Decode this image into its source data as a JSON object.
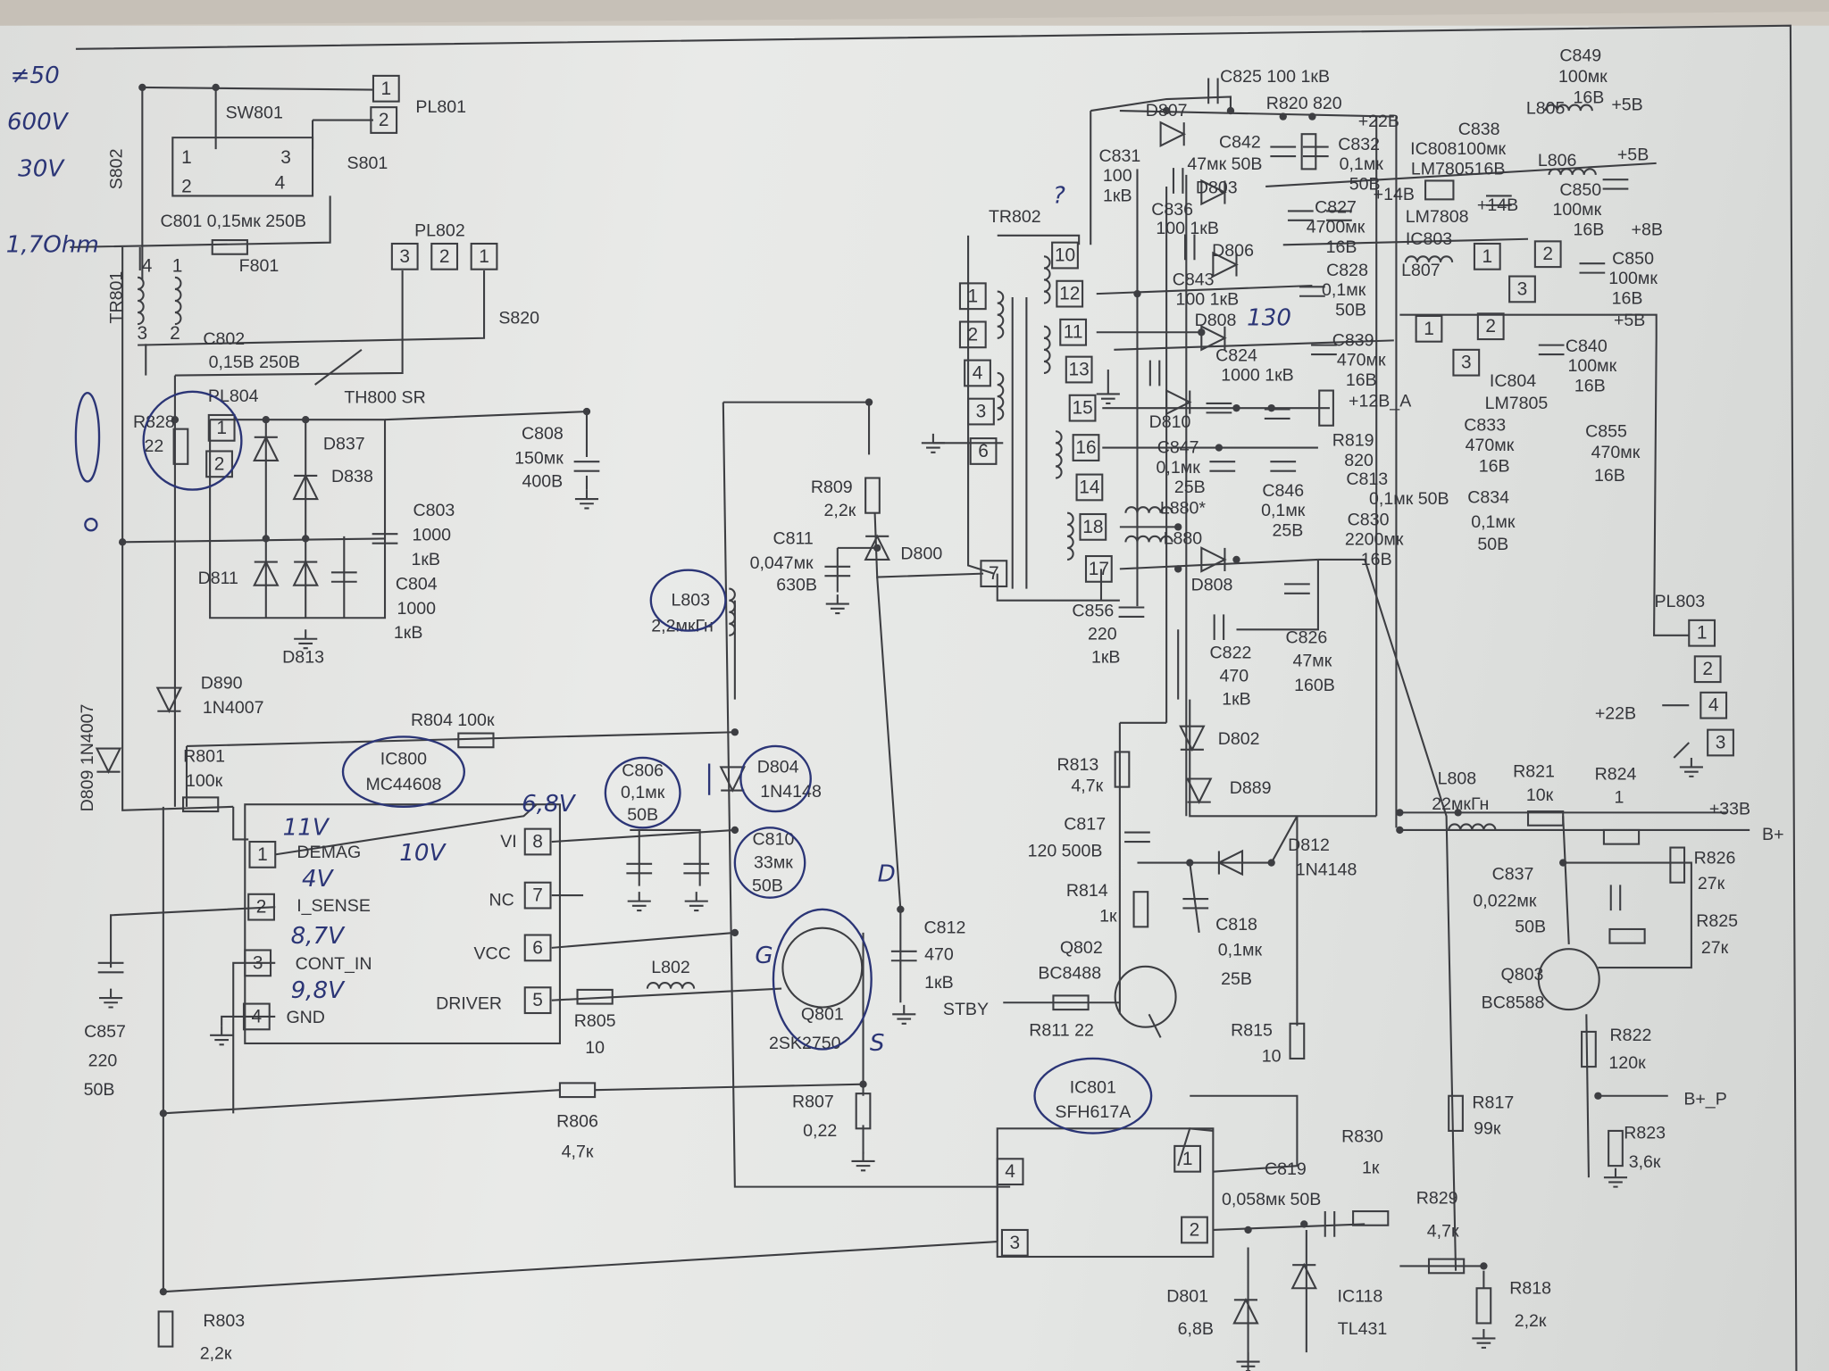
{
  "title": "Power supply schematic (photographed page)",
  "colors": {
    "ink": "#35363b",
    "pen": "#2b3576",
    "paper": "#e6e7e5"
  },
  "handwritten": {
    "n1": "≠50",
    "n2": "600V",
    "n3": "30V",
    "n4": "1,7Ohm",
    "q": "?",
    "demag_v": "11V",
    "vi_v": "10V",
    "isense_v": "4V",
    "cont_v": "8,7V",
    "gnd_v": "9,8V",
    "vi2_v": "6,8V",
    "d": "D",
    "g": "G",
    "s": "S",
    "d808_note": "130"
  },
  "labels": {
    "pl801": [
      "PL801"
    ],
    "sw801": [
      "SW801"
    ],
    "s802": [
      "S802"
    ],
    "s801": [
      "S801"
    ],
    "c801": [
      "C801 0,15мк 250В"
    ],
    "pl802": [
      "PL802"
    ],
    "f801": [
      "F801"
    ],
    "tr801": [
      "TR801"
    ],
    "s820": [
      "S820"
    ],
    "c802": [
      "C802",
      "0,15В 250В"
    ],
    "th800": [
      "TH800 SR"
    ],
    "pl804": [
      "PL804"
    ],
    "r828": [
      "R828",
      "22"
    ],
    "d837": [
      "D837"
    ],
    "d838": [
      "D838"
    ],
    "c808": [
      "C808",
      "150мк",
      "400В"
    ],
    "c803": [
      "C803",
      "1000",
      "1кВ"
    ],
    "c804": [
      "C804",
      "1000",
      "1кВ"
    ],
    "d811": [
      "D811"
    ],
    "d813": [
      "D813"
    ],
    "d890": [
      "D890",
      "1N4007"
    ],
    "d809": [
      "D809 1N4007"
    ],
    "r804": [
      "R804 100к"
    ],
    "r801": [
      "R801",
      "100к"
    ],
    "ic800": [
      "IC800",
      "MC44608"
    ],
    "c806": [
      "C806",
      "0,1мк",
      "50В"
    ],
    "d804": [
      "D804",
      "1N4148"
    ],
    "c810": [
      "C810",
      "33мк",
      "50В"
    ],
    "ic800_pins": {
      "demag": "DEMAG",
      "isense": "I_SENSE",
      "cont": "CONT_IN",
      "gnd": "GND",
      "vi": "VI",
      "nc": "NC",
      "vcc": "VCC",
      "driver": "DRIVER"
    },
    "l802": [
      "L802"
    ],
    "r805": [
      "R805",
      "10"
    ],
    "c857": [
      "C857",
      "220",
      "50В"
    ],
    "r806": [
      "R806",
      "4,7к"
    ],
    "c812": [
      "C812",
      "470",
      "1кВ"
    ],
    "stby": [
      "STBY"
    ],
    "q801": [
      "Q801",
      "2SK2750"
    ],
    "r807": [
      "R807",
      "0,22"
    ],
    "r803": [
      "R803",
      "2,2к"
    ],
    "c811": [
      "C811",
      "0,047мк",
      "630В"
    ],
    "r809": [
      "R809",
      "2,2к"
    ],
    "d800": [
      "D800"
    ],
    "l803": [
      "L803",
      "2,2мкГн"
    ],
    "tr802": [
      "TR802"
    ],
    "d807": [
      "D807"
    ],
    "c825": [
      "C825 100 1кВ"
    ],
    "r820": [
      "R820 820"
    ],
    "v22": [
      "+22В"
    ],
    "c831": [
      "C831",
      "100",
      "1кВ"
    ],
    "c842": [
      "C842",
      "47мк 50В"
    ],
    "c832": [
      "C832",
      "0,1мк",
      "50В"
    ],
    "d803": [
      "D803"
    ],
    "c838": [
      "C838",
      "IC808100мк",
      "LM780516В"
    ],
    "c849": [
      "C849",
      "100мк",
      "16В"
    ],
    "l805": [
      "L805"
    ],
    "v5a": [
      "+5В"
    ],
    "l806": [
      "L806"
    ],
    "v5b": [
      "+5В"
    ],
    "c850a": [
      "C850",
      "100мк",
      "16В"
    ],
    "v8": [
      "+8В"
    ],
    "c836": [
      "C836",
      "100 1кВ"
    ],
    "c827": [
      "C827",
      "4700мк",
      "16В"
    ],
    "v14a": [
      "+14В"
    ],
    "lm7808": [
      "LM7808"
    ],
    "v14b": [
      "+14В"
    ],
    "ic803": [
      "IC803"
    ],
    "d806": [
      "D806"
    ],
    "c850b": [
      "C850",
      "100мк",
      "16В"
    ],
    "c843": [
      "C843",
      "100 1кВ"
    ],
    "c828": [
      "C828",
      "0,1мк",
      "50В"
    ],
    "l807": [
      "L807"
    ],
    "d808a": [
      "D808"
    ],
    "v5c": [
      "+5В"
    ],
    "c824": [
      "C824",
      "1000 1кВ"
    ],
    "c839": [
      "C839",
      "470мк",
      "16В"
    ],
    "v12a": [
      "+12В_А"
    ],
    "c840": [
      "C840",
      "100мк",
      "16В"
    ],
    "ic804": [
      "IC804",
      "LM7805"
    ],
    "d810": [
      "D810"
    ],
    "c847": [
      "C847",
      "0,1мк",
      "25В"
    ],
    "r819": [
      "R819",
      "820"
    ],
    "c833": [
      "C833",
      "470мк",
      "16В"
    ],
    "c855": [
      "C855",
      "470мк",
      "16В"
    ],
    "c813": [
      "C813",
      "0,1мк 50В"
    ],
    "c834": [
      "C834",
      "0,1мк",
      "50В"
    ],
    "c846": [
      "C846",
      "0,1мк",
      "25В"
    ],
    "l880a": [
      "L880*"
    ],
    "l880b": [
      "L880"
    ],
    "c830": [
      "C830",
      "2200мк",
      "16В"
    ],
    "d808b": [
      "D808"
    ],
    "c856": [
      "C856",
      "220",
      "1кВ"
    ],
    "c822": [
      "C822",
      "470",
      "1кВ"
    ],
    "c826": [
      "C826",
      "47мк",
      "160В"
    ],
    "pl803": [
      "PL803"
    ],
    "v22b": [
      "+22В"
    ],
    "d802": [
      "D802"
    ],
    "d889": [
      "D889"
    ],
    "r813": [
      "R813",
      "4,7к"
    ],
    "l808": [
      "L808",
      "22мкГн"
    ],
    "r821": [
      "R821",
      "10к"
    ],
    "r824": [
      "R824",
      "1"
    ],
    "v33": [
      "+33В"
    ],
    "bplus": [
      "B+"
    ],
    "c817": [
      "C817",
      "120 500В"
    ],
    "d812": [
      "D812",
      "1N4148"
    ],
    "r826": [
      "R826",
      "27к"
    ],
    "r814": [
      "R814",
      "1к"
    ],
    "c837": [
      "C837",
      "0,022мк",
      "50В"
    ],
    "c818": [
      "C818",
      "0,1мк",
      "25В"
    ],
    "r825": [
      "R825",
      "27к"
    ],
    "q802": [
      "Q802",
      "BC8488"
    ],
    "q803": [
      "Q803",
      "BC8588"
    ],
    "r811": [
      "R811 22"
    ],
    "r815": [
      "R815",
      "10"
    ],
    "r822": [
      "R822",
      "120к"
    ],
    "ic801": [
      "IC801",
      "SFH617A"
    ],
    "r817": [
      "R817",
      "99к"
    ],
    "bplus_p": [
      "B+_P"
    ],
    "r823": [
      "R823",
      "3,6к"
    ],
    "r830": [
      "R830",
      "1к"
    ],
    "c819": [
      "C819",
      "0,058мк 50В"
    ],
    "r829": [
      "R829",
      "4,7к"
    ],
    "d801": [
      "D801",
      "6,8В"
    ],
    "ic118": [
      "IC118",
      "TL431"
    ],
    "r818": [
      "R818",
      "2,2к"
    ]
  },
  "pins": {
    "pl801": [
      "1",
      "2"
    ],
    "pl802": [
      "3",
      "2",
      "1"
    ],
    "pl804": [
      "1",
      "2"
    ],
    "ic800": [
      "1",
      "2",
      "3",
      "4",
      "8",
      "7",
      "6",
      "5"
    ],
    "tr802_primary": [
      "1",
      "2",
      "4",
      "3",
      "6",
      "7"
    ],
    "tr802_secondary": [
      "10",
      "12",
      "11",
      "13",
      "15",
      "16",
      "14",
      "18",
      "17"
    ],
    "ic803": [
      "1",
      "2",
      "3"
    ],
    "ic804": [
      "1",
      "2",
      "3"
    ],
    "pl803": [
      "1",
      "2",
      "4",
      "3"
    ],
    "ic801": [
      "4",
      "1",
      "3",
      "2"
    ],
    "sw801": [
      "1",
      "2",
      "3",
      "4"
    ],
    "tr801": [
      "4",
      "1",
      "3",
      "2"
    ]
  }
}
